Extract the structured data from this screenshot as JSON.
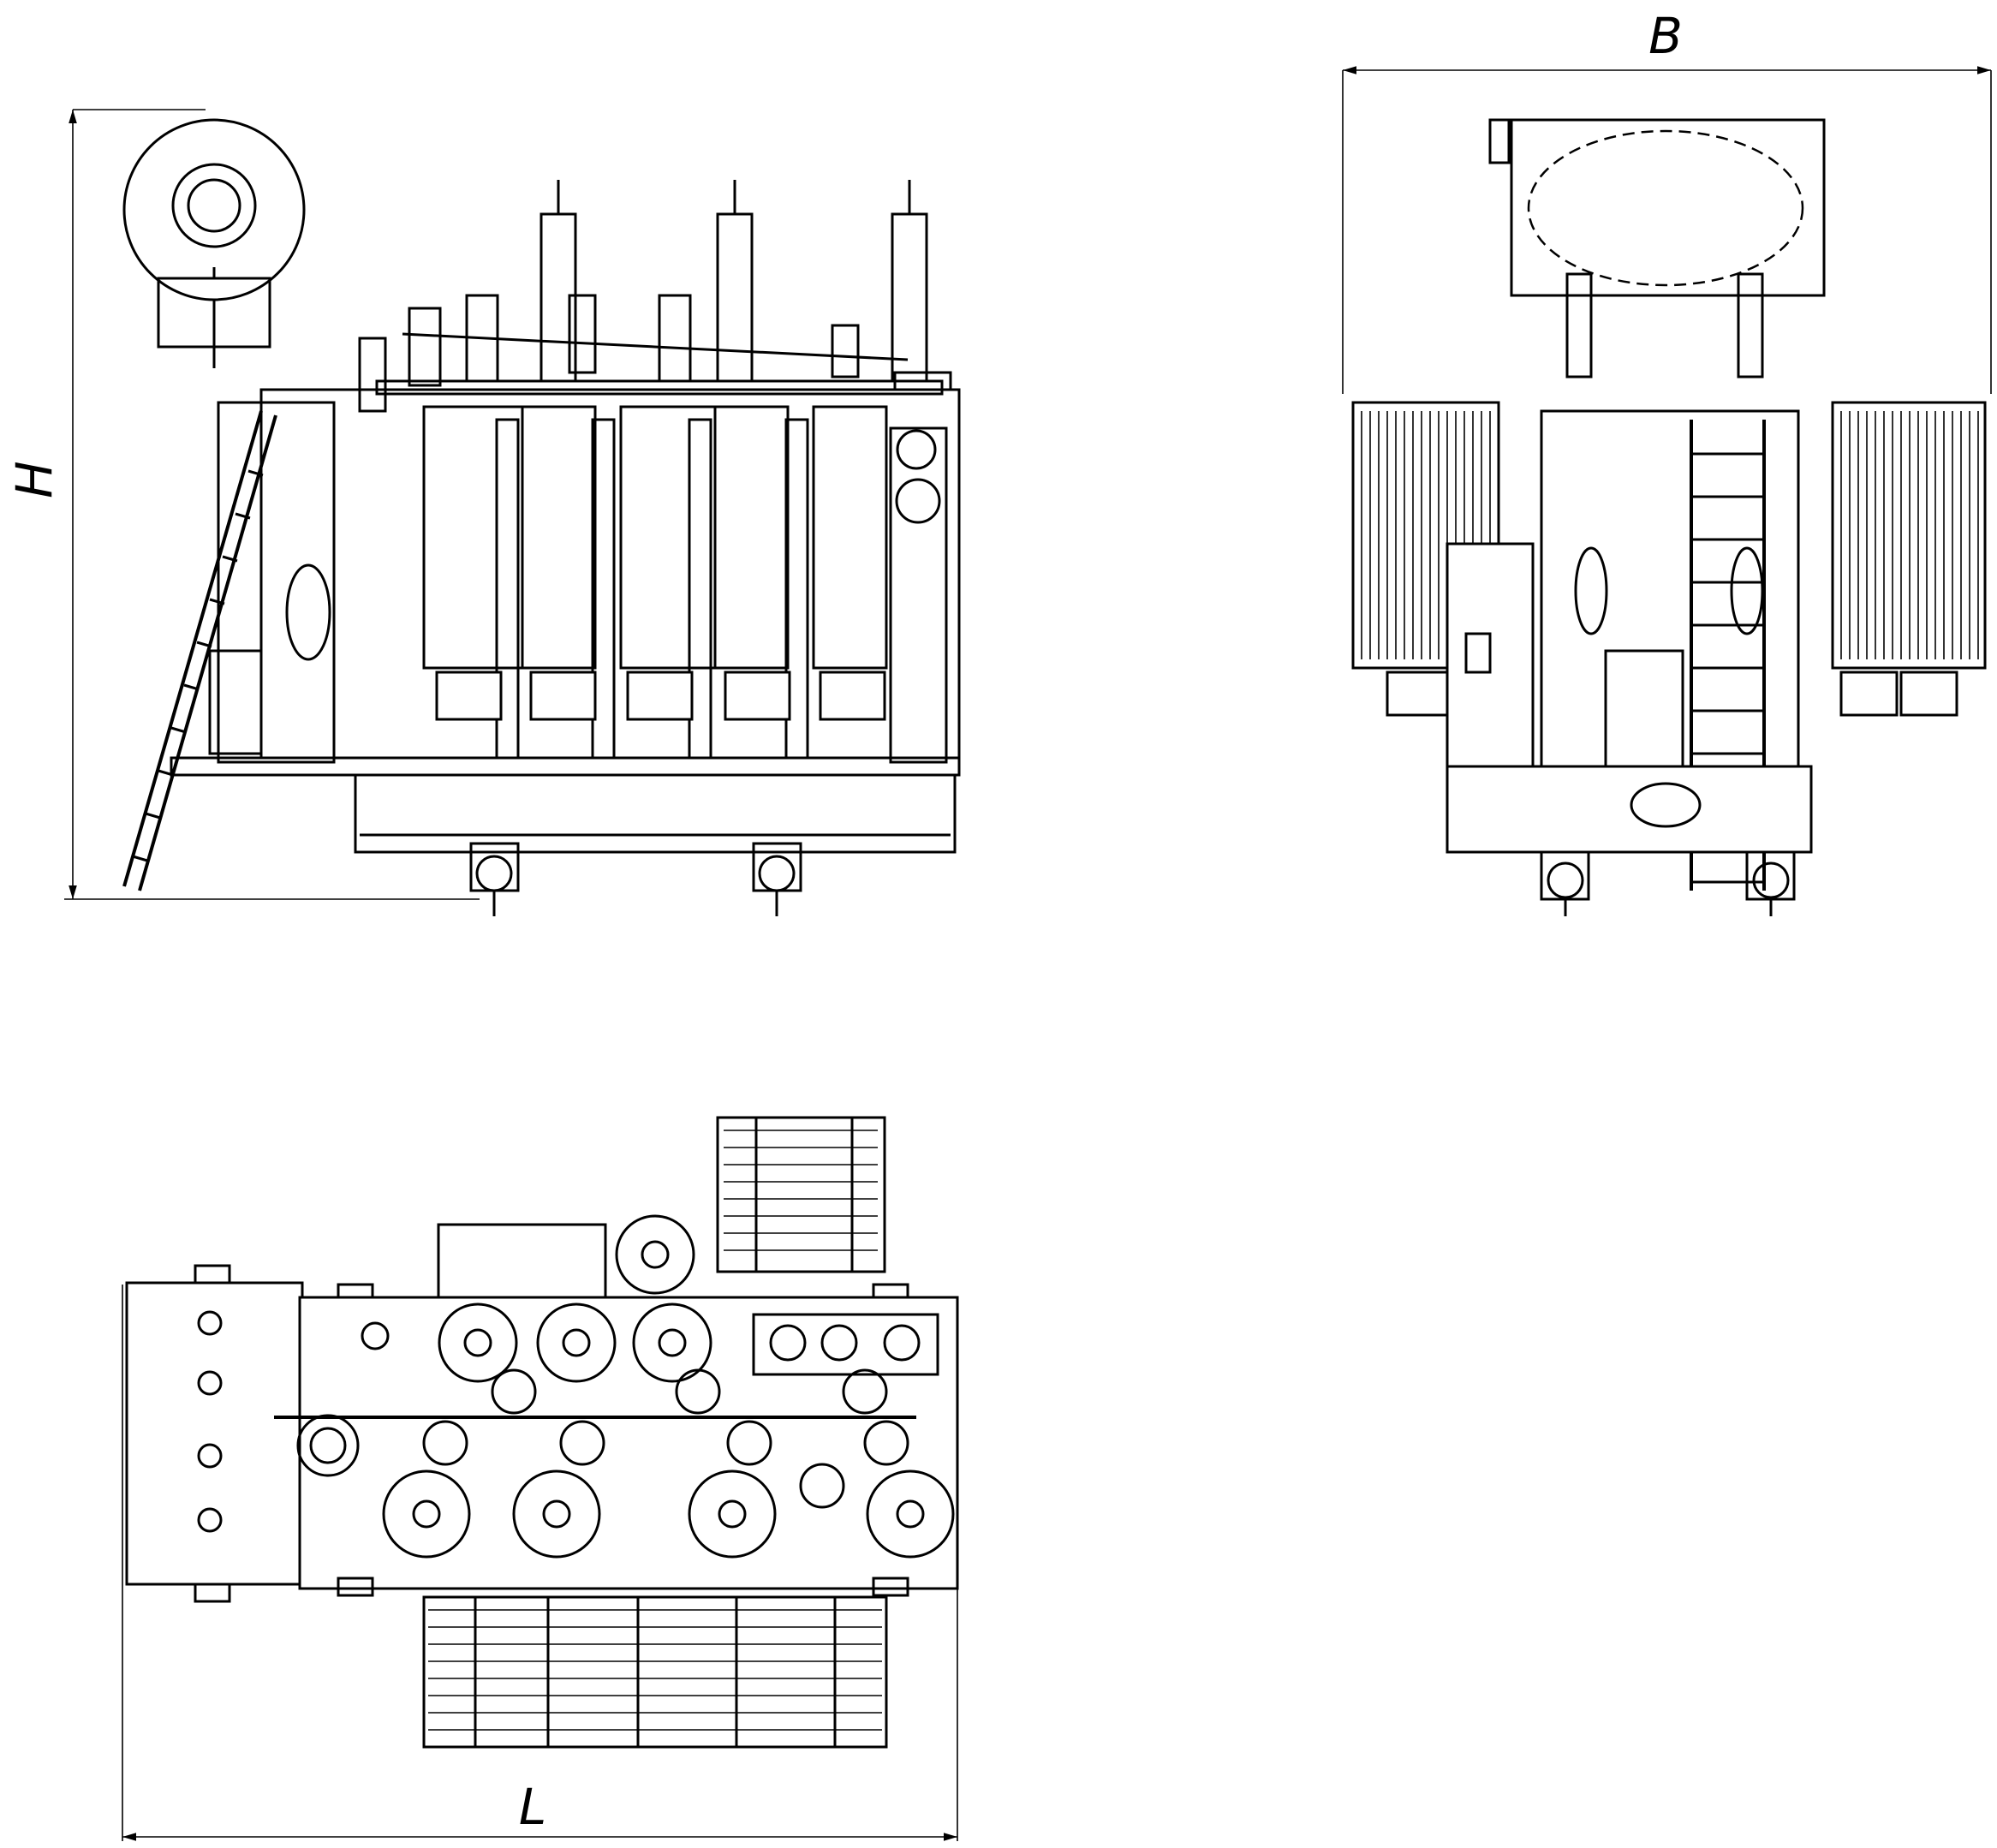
{
  "dimensions": {
    "height_label": "H",
    "width_label": "B",
    "length_label": "L"
  },
  "views": [
    {
      "name": "side-view"
    },
    {
      "name": "end-view"
    },
    {
      "name": "top-view"
    }
  ]
}
